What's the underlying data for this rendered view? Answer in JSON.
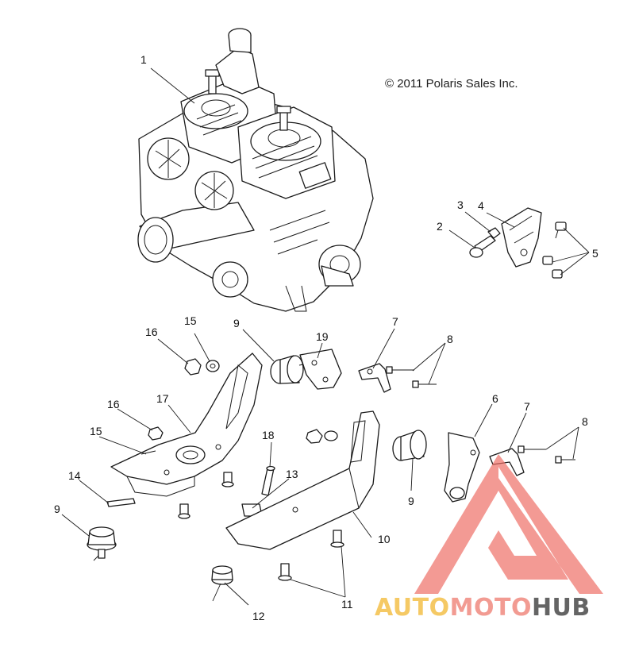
{
  "copyright": "© 2011 Polaris Sales Inc.",
  "watermark": {
    "text_a": "AUTO",
    "text_b": "MOTO",
    "text_c": "HUB",
    "color_a": "#F4C04A",
    "color_b": "#F08A80",
    "color_c": "#4A4A4A",
    "logo_color": "#EE6B63"
  },
  "callouts": {
    "c1": "1",
    "c2": "2",
    "c3": "3",
    "c4": "4",
    "c5": "5",
    "c6": "6",
    "c7a": "7",
    "c7b": "7",
    "c8a": "8",
    "c8b": "8",
    "c9a": "9",
    "c9b": "9",
    "c9c": "9",
    "c10": "10",
    "c11": "11",
    "c12": "12",
    "c13": "13",
    "c14": "14",
    "c15a": "15",
    "c15b": "15",
    "c16a": "16",
    "c16b": "16",
    "c17": "17",
    "c18": "18",
    "c19": "19"
  }
}
